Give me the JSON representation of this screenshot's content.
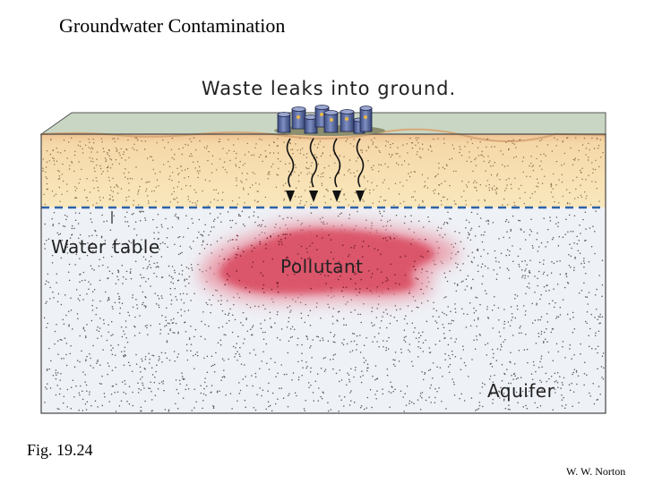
{
  "title": "Groundwater Contamination",
  "figure_label": "Fig. 19.24",
  "credit": "W. W. Norton",
  "diagram": {
    "caption": "Waste leaks into ground.",
    "water_table_label": "Water table",
    "pollutant_label": "Pollutant",
    "aquifer_label": "Aquifer"
  },
  "colors": {
    "surface": "#c9d6c4",
    "vadose_zone": "#f7e3b1",
    "topsoil": "#f0c89a",
    "aquifer": "#eef1f6",
    "water_table_line": "#2e63a8",
    "pollutant": "#d9485f",
    "barrel": "#4a5c96"
  }
}
